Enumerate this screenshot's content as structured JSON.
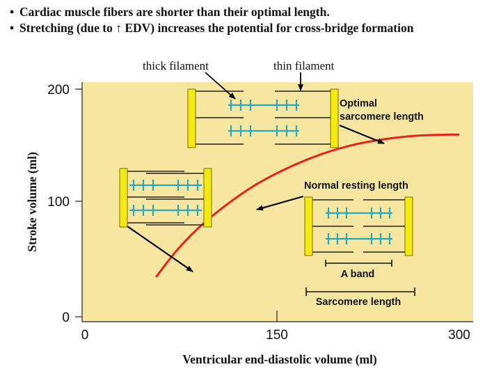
{
  "bullets": [
    "Cardiac muscle fibers are shorter than their optimal length.",
    "Stretching (due to ↑ EDV) increases the potential for cross-bridge formation"
  ],
  "colors": {
    "plot_background": "#f6e6a0",
    "curve": "#e8221b",
    "z_disc": "#f2ea12",
    "thick_filament": "#2aa7c0",
    "arrow": "#000000"
  },
  "chart_data": {
    "type": "line",
    "xlabel": "Ventricular end-diastolic volume (ml)",
    "ylabel": "Stroke volume (ml)",
    "xlim": [
      0,
      300
    ],
    "ylim": [
      0,
      200
    ],
    "x_ticks": [
      "0",
      "150",
      "300"
    ],
    "y_ticks": [
      "0",
      "100",
      "200"
    ],
    "grid": false,
    "series": [
      {
        "points": [
          [
            57,
            35
          ],
          [
            75,
            60
          ],
          [
            95,
            82
          ],
          [
            118,
            102
          ],
          [
            140,
            118
          ],
          [
            165,
            132
          ],
          [
            190,
            143
          ],
          [
            215,
            151
          ],
          [
            240,
            156
          ],
          [
            265,
            159
          ],
          [
            290,
            160
          ],
          [
            300,
            160
          ]
        ]
      }
    ],
    "annotations": {
      "thick_filament": "thick filament",
      "thin_filament": "thin filament",
      "optimal": [
        "Optimal",
        "sarcomere length"
      ],
      "normal": "Normal resting length",
      "a_band": "A band",
      "sarcomere_length": "Sarcomere length"
    }
  }
}
